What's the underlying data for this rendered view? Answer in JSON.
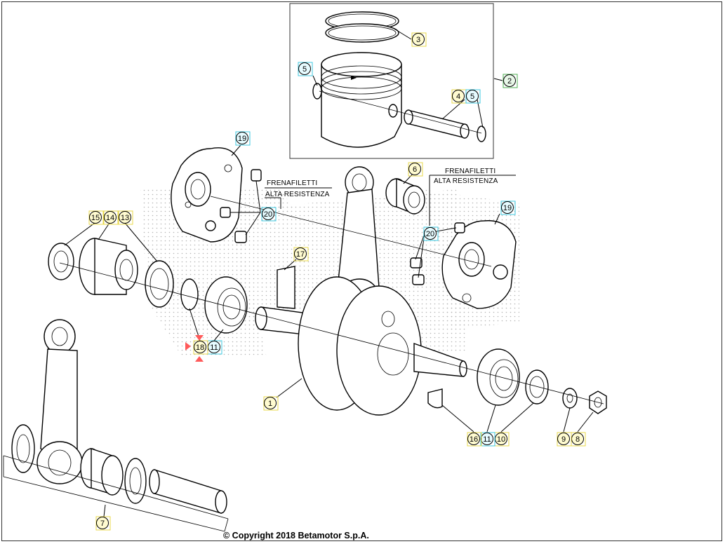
{
  "diagram": {
    "copyright": "© Copyright 2018 Betamotor S.p.A.",
    "notes": [
      {
        "line1": "FRENAFILETTI",
        "line2": "ALTA RESISTENZA"
      },
      {
        "line1": "FRENAFILETTI",
        "line2": "ALTA RESISTENZA"
      }
    ],
    "callouts": [
      {
        "num": "1",
        "style": "yellow"
      },
      {
        "num": "2",
        "style": "green"
      },
      {
        "num": "3",
        "style": "yellow"
      },
      {
        "num": "4",
        "style": "yellow"
      },
      {
        "num": "5",
        "style": "cyan"
      },
      {
        "num": "5",
        "style": "cyan"
      },
      {
        "num": "6",
        "style": "yellow"
      },
      {
        "num": "7",
        "style": "yellow"
      },
      {
        "num": "8",
        "style": "yellow"
      },
      {
        "num": "9",
        "style": "yellow"
      },
      {
        "num": "10",
        "style": "yellow"
      },
      {
        "num": "11",
        "style": "cyan"
      },
      {
        "num": "11",
        "style": "cyan"
      },
      {
        "num": "13",
        "style": "yellow"
      },
      {
        "num": "14",
        "style": "yellow"
      },
      {
        "num": "15",
        "style": "yellow"
      },
      {
        "num": "16",
        "style": "yellow"
      },
      {
        "num": "17",
        "style": "yellow"
      },
      {
        "num": "18",
        "style": "yellow"
      },
      {
        "num": "19",
        "style": "cyan"
      },
      {
        "num": "19",
        "style": "cyan"
      },
      {
        "num": "20",
        "style": "cyan"
      },
      {
        "num": "20",
        "style": "cyan"
      }
    ],
    "colors": {
      "yellow_fill": "#fffbd0",
      "yellow_box": "#e8d84a",
      "cyan_fill": "#e6fbff",
      "cyan_box": "#3cc8e0",
      "green_fill": "#e8f7e8",
      "green_box": "#4caf50",
      "highlight": "#ff5a5a"
    }
  }
}
